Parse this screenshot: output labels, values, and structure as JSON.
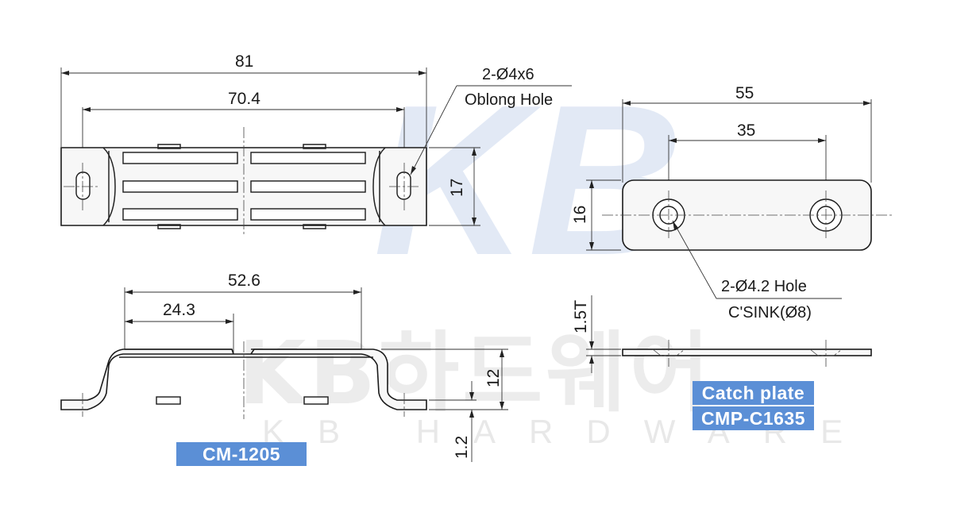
{
  "watermark": {
    "logo_text": "KB",
    "korean": "KB하드웨어",
    "english": "KB HARDWARE"
  },
  "top_view": {
    "overall_length": "81",
    "hole_pitch": "70.4",
    "height": "17",
    "hole_note_line1": "2-Ø4x6",
    "hole_note_line2": "Oblong Hole"
  },
  "side_view": {
    "length": "52.6",
    "half_length": "24.3",
    "height": "12",
    "flange_thickness": "1.2"
  },
  "catch_plate": {
    "length": "55",
    "hole_pitch": "35",
    "width": "16",
    "thickness": "1.5T",
    "hole_note_line1": "2-Ø4.2 Hole",
    "hole_note_line2": "C'SINK(Ø8)"
  },
  "labels": {
    "model": "CM-1205",
    "catch_title": "Catch plate",
    "catch_model": "CMP-C1635"
  },
  "colors": {
    "label_bg": "#5b8fd6",
    "label_text": "#ffffff",
    "watermark": "#c8d4ea"
  }
}
